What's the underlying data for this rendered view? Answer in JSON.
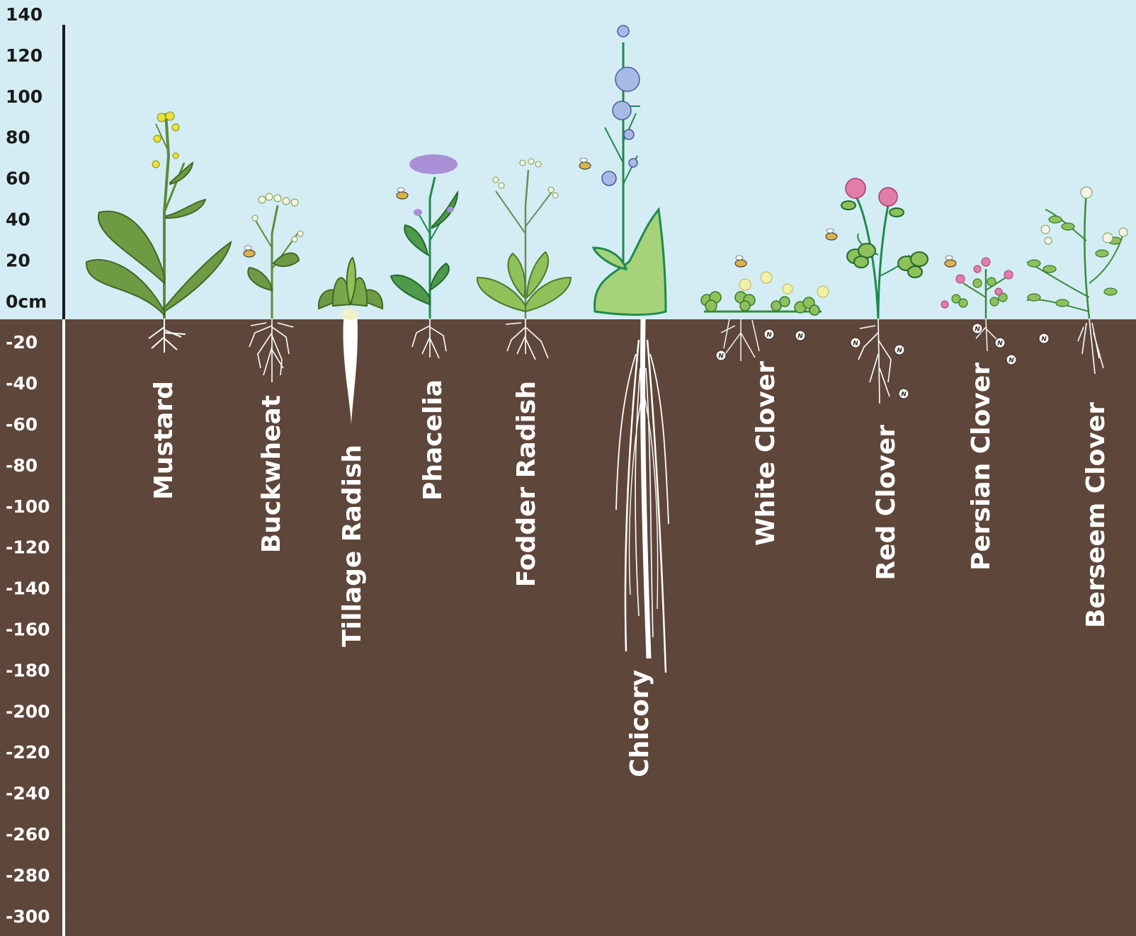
{
  "colors": {
    "sky": "#d4edf4",
    "soil": "#5e463a",
    "root": "#ffffff",
    "leaf": "#5e8a3a",
    "leaf_light": "#8fc05a",
    "stem": "#1f8a4c",
    "axis_above": "#1a1a1a",
    "axis_below": "#ffffff",
    "mustard_flower": "#e8e23a",
    "phacelia_flower": "#a88fd6",
    "chicory_flower": "#a9b9e6",
    "white_clover_flower": "#f2f0a8",
    "red_clover_flower": "#e07ea8",
    "berseem_flower": "#f3f3e6"
  },
  "axis": {
    "unit_label": "0cm",
    "ticks": [
      "140",
      "120",
      "100",
      "80",
      "60",
      "40",
      "20",
      "0cm",
      "-20",
      "-40",
      "-60",
      "-80",
      "-100",
      "-120",
      "-140",
      "-160",
      "-180",
      "-200",
      "-220",
      "-240",
      "-260",
      "-280",
      "-300"
    ],
    "range_cm": [
      -300,
      140
    ]
  },
  "plants": [
    {
      "name": "Mustard",
      "height_cm": 100,
      "root_depth_cm": -16,
      "icon": "mustard-plant"
    },
    {
      "name": "Buckwheat",
      "height_cm": 62,
      "root_depth_cm": -30,
      "icon": "buckwheat-plant"
    },
    {
      "name": "Tillage Radish",
      "height_cm": 30,
      "root_depth_cm": -52,
      "icon": "tillage-radish-plant"
    },
    {
      "name": "Phacelia",
      "height_cm": 82,
      "root_depth_cm": -20,
      "icon": "phacelia-plant"
    },
    {
      "name": "Fodder Radish",
      "height_cm": 78,
      "root_depth_cm": -25,
      "icon": "fodder-radish-plant"
    },
    {
      "name": "Chicory",
      "height_cm": 142,
      "root_depth_cm": -180,
      "icon": "chicory-plant"
    },
    {
      "name": "White Clover",
      "height_cm": 30,
      "root_depth_cm": -20,
      "icon": "white-clover-plant"
    },
    {
      "name": "Red Clover",
      "height_cm": 70,
      "root_depth_cm": -45,
      "icon": "red-clover-plant"
    },
    {
      "name": "Persian Clover",
      "height_cm": 30,
      "root_depth_cm": -15,
      "icon": "persian-clover-plant"
    },
    {
      "name": "Berseem Clover",
      "height_cm": 63,
      "root_depth_cm": -27,
      "icon": "berseem-clover-plant"
    }
  ],
  "icons": [
    "bee-icon",
    "nitrogen-nodule-icon"
  ],
  "nitrogen_symbol": "N"
}
